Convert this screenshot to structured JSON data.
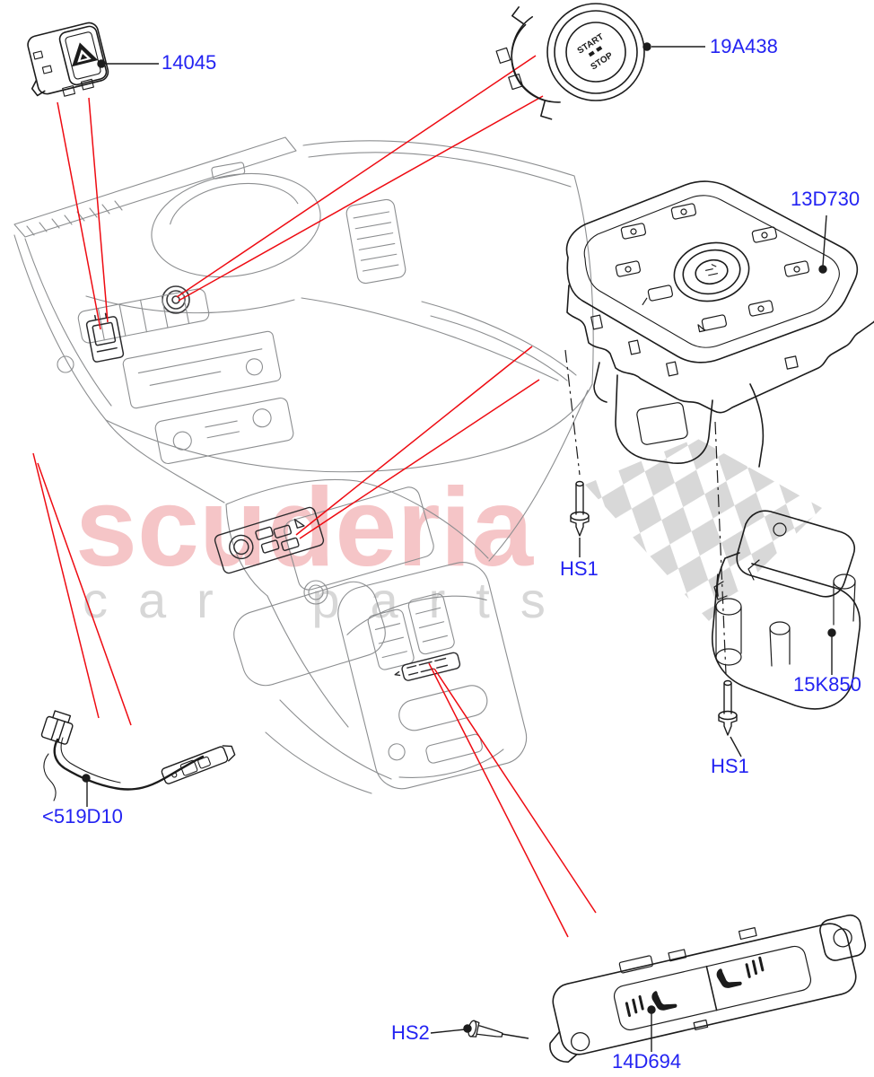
{
  "diagram": {
    "title_labels_note": "exploded parts diagram callouts",
    "labels": [
      {
        "part": "hazard-warning-switch",
        "text": "14045"
      },
      {
        "part": "start-stop-button",
        "text": "19A438"
      },
      {
        "part": "terrain-response-control-module",
        "text": "13D730"
      },
      {
        "part": "screw-upper",
        "text": "HS1"
      },
      {
        "part": "control-module-bracket",
        "text": "15K850"
      },
      {
        "part": "screw-lower",
        "text": "HS1"
      },
      {
        "part": "wiring-harness",
        "text": "<519D10"
      },
      {
        "part": "screw-seat-switch",
        "text": "HS2"
      },
      {
        "part": "seat-heater-switch",
        "text": "14D694"
      }
    ],
    "start_stop_text": {
      "line1": "START",
      "line2": "STOP"
    },
    "colors": {
      "label": "#2323f2",
      "callout_line": "#ee0b12",
      "leader_line": "#1c1c1c",
      "line_art": "#8c8e90",
      "part_line": "#1c1c1c",
      "checker": "#cbcbcb"
    }
  },
  "watermark": {
    "brand": "scuderia",
    "tagline": "car parts",
    "brand_color": "#f5c5c7",
    "tagline_color": "#d7d7d7"
  }
}
